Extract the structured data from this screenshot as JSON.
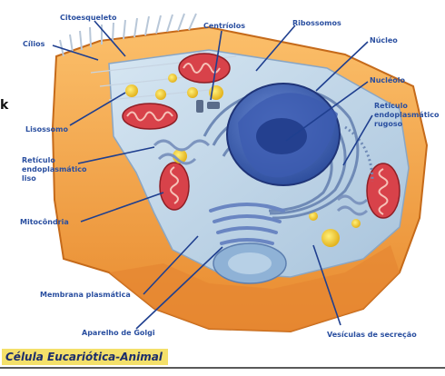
{
  "labels": {
    "citoesqueleto": "Citoesqueleto",
    "cilios": "Cílios",
    "centriolos": "Centríolos",
    "ribossomos": "Ribossomos",
    "nucleo": "Núcleo",
    "nucleolo": "Nucléolo",
    "lisossomo": "Lisossomo",
    "rer_line1": "Retículo",
    "rer_line2": "endoplasmático",
    "rer_line3": "rugoso",
    "rel_line1": "Retículo",
    "rel_line2": "endoplasmático",
    "rel_line3": "liso",
    "mitocondria": "Mitocôndria",
    "membrana": "Membrana plasmática",
    "golgi": "Aparelho de Golgi",
    "vesiculas": "Vesículas de secreção"
  },
  "stray_text": "k",
  "caption": "Célula Eucariótica-Animal",
  "colors": {
    "label": "#2a4fa0",
    "leader": "#1f3f8f",
    "cytoplasm": "#f3a34a",
    "nucleus": "#4c6fc4",
    "mitochondria": "#d8424a",
    "caption_bg": "#f4e06a"
  }
}
